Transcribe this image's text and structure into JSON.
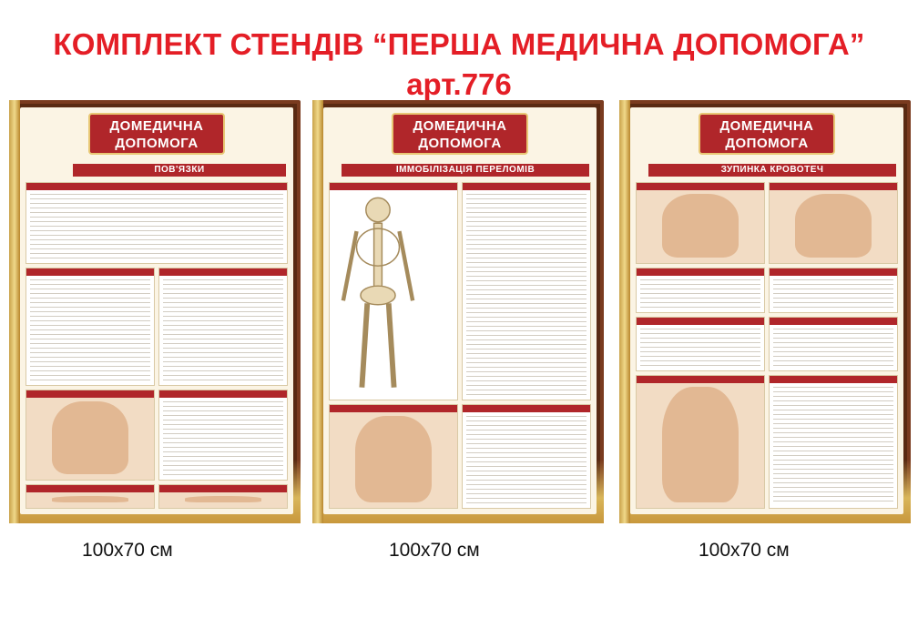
{
  "page": {
    "title": "КОМПЛЕКТ СТЕНДІВ “ПЕРША МЕДИЧНА ДОПОМОГА”",
    "article": "арт.776"
  },
  "stands": [
    {
      "header": "ДОМЕДИЧНА\nДОПОМОГА",
      "section": "ПОВ'ЯЗКИ",
      "size": "100x70 см"
    },
    {
      "header": "ДОМЕДИЧНА\nДОПОМОГА",
      "section": "ІММОБІЛІЗАЦІЯ ПЕРЕЛОМІВ",
      "size": "100x70 см"
    },
    {
      "header": "ДОМЕДИЧНА\nДОПОМОГА",
      "section": "ЗУПИНКА КРОВОТЕЧ",
      "size": "100x70 см"
    }
  ],
  "colors": {
    "title": "#e41e26",
    "accent": "#b0262a",
    "frame": "#7a3b1f",
    "gold": "#d9b65a"
  }
}
